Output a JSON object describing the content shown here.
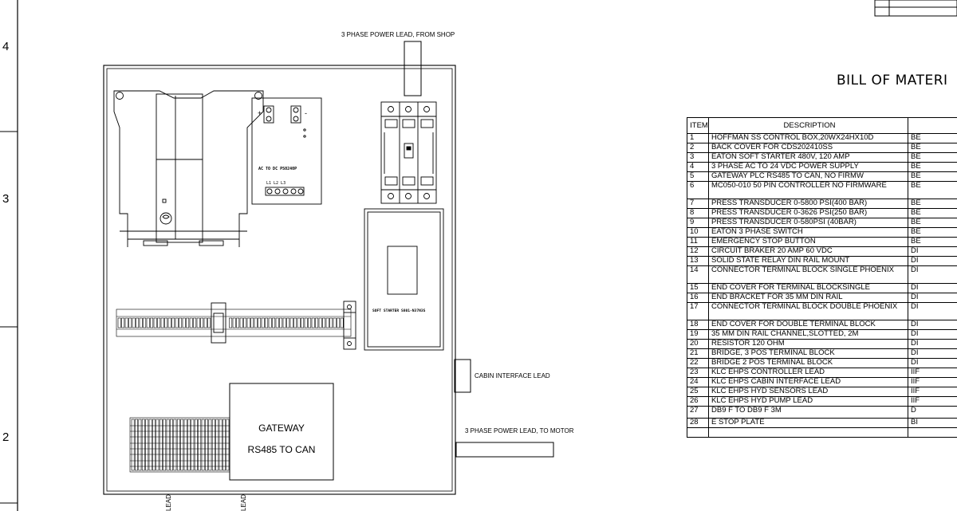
{
  "border_zones": [
    "4",
    "3",
    "2"
  ],
  "labels": {
    "power_in": "3 PHASE POWER LEAD, FROM SHOP",
    "cabin": "CABIN INTERFACE LEAD",
    "power_out": "3 PHASE POWER LEAD, TO MOTOR",
    "bottom_lead_1": "LEAD",
    "bottom_lead_2": "LEAD"
  },
  "power_supply": {
    "label": "AC TO DC PS0240P",
    "terminals": "L1 L2 L3",
    "plus": "+",
    "minus": "-"
  },
  "soft_starter_label": "SOFT STARTER S801-N37N3S",
  "gateway": {
    "line1": "GATEWAY",
    "line2": "RS485 TO CAN"
  },
  "bom": {
    "title": "BILL OF MATERI",
    "headers": [
      "ITEM",
      "DESCRIPTION",
      ""
    ],
    "rows": [
      [
        "1",
        "HOFFMAN SS CONTROL BOX,20WX24HX10D",
        "BE"
      ],
      [
        "2",
        "BACK COVER FOR CDS202410SS",
        "BE"
      ],
      [
        "3",
        "EATON SOFT STARTER 480V, 120 AMP",
        "BE"
      ],
      [
        "4",
        "3 PHASE AC TO 24 VDC POWER SUPPLY",
        "BE"
      ],
      [
        "5",
        "GATEWAY PLC RS485 TO CAN, NO FIRMW",
        "BE"
      ],
      [
        "6",
        "MC050-010 50 PIN CONTROLLER NO FIRMWARE",
        "BE"
      ],
      [
        "7",
        "PRESS TRANSDUCER 0-5800 PSI(400 BAR)",
        "BE"
      ],
      [
        "8",
        "PRESS TRANSDUCER 0-3626 PSI(250 BAR)",
        "BE"
      ],
      [
        "9",
        "PRESS TRANSDUCER 0-580PSI (40BAR)",
        "BE"
      ],
      [
        "10",
        "EATON 3 PHASE SWITCH",
        "BE"
      ],
      [
        "11",
        "EMERGENCY STOP BUTTON",
        "BE"
      ],
      [
        "12",
        "CIRCUIT BRAKER 20 AMP 60 VDC",
        "DI"
      ],
      [
        "13",
        "SOLID STATE RELAY DIN RAIL MOUNT",
        "DI"
      ],
      [
        "14",
        "CONNECTOR TERMINAL BLOCK SINGLE PHOENIX",
        "DI"
      ],
      [
        "15",
        "END COVER FOR TERMINAL BLOCKSINGLE",
        "DI"
      ],
      [
        "16",
        "END BRACKET FOR 35 MM DIN RAIL",
        "DI"
      ],
      [
        "17",
        "CONNECTOR TERMINAL BLOCK DOUBLE PHOENIX",
        "DI"
      ],
      [
        "18",
        "END COVER FOR DOUBLE TERMINAL BLOCK",
        "DI"
      ],
      [
        "19",
        "35 MM DIN RAIL CHANNEL,SLOTTED, 2M",
        "DI"
      ],
      [
        "20",
        "RESISTOR 120 OHM",
        "DI"
      ],
      [
        "21",
        "BRIDGE, 3 POS TERMINAL BLOCK",
        "DI"
      ],
      [
        "22",
        "BRIDGE 2 POS TERMINAL BLOCK",
        "DI"
      ],
      [
        "23",
        "KLC EHPS CONTROLLER LEAD",
        "IIF"
      ],
      [
        "24",
        "KLC EHPS CABIN INTERFACE LEAD",
        "IIF"
      ],
      [
        "25",
        "KLC EHPS HYD SENSORS LEAD",
        "IIF"
      ],
      [
        "26",
        "KLC EHPS HYD PUMP LEAD",
        "IIF"
      ],
      [
        "27",
        "DB9 F TO DB9 F 3M",
        "D"
      ],
      [
        "28",
        "E STOP PLATE",
        "BI"
      ],
      [
        "",
        "",
        ""
      ]
    ]
  }
}
